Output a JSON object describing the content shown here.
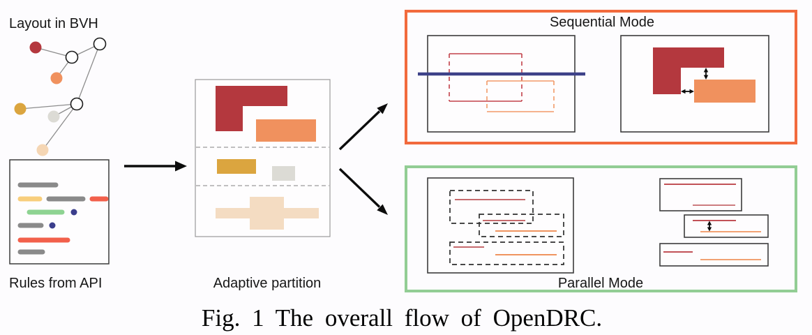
{
  "figure": {
    "caption": "Fig. 1 The overall flow of OpenDRC."
  },
  "labels": {
    "layout_bvh": "Layout in BVH",
    "rules_api": "Rules from API",
    "adaptive_partition": "Adaptive partition",
    "sequential_mode": "Sequential Mode",
    "parallel_mode": "Parallel Mode"
  },
  "legend": {
    "bvh_leaf_shapes": [
      "dark-red",
      "orange",
      "gold",
      "light-gray",
      "peach"
    ],
    "bvh_internal_nodes": 3,
    "partition_slices": 3,
    "sequential_panels": 2,
    "parallel_left_tiles": 3,
    "parallel_right_tiles": 3
  },
  "colors": {
    "bg": "#fdfcfe",
    "ink": "#161616",
    "dark_red": "#b4383e",
    "orange": "#f0915e",
    "gold": "#dba53f",
    "light_gray": "#dcdbd5",
    "peach": "#f4dcc2",
    "peach_node": "#f5d6b4",
    "navy": "#3d4188",
    "edge_gray": "#8d8d8d",
    "box_border": "#3c3c3c",
    "panel_border": "#9a9a9a",
    "seq_border": "#f26a3d",
    "par_border": "#92cd94",
    "red_outline": "#c2424a",
    "orange_outline": "#f29a68",
    "rule_red": "#b9393f",
    "rule_salmon": "#c66a6d",
    "rule_orange": "#f0945f",
    "code_gray": "#8a8a8a",
    "code_yellow": "#f8ce7c",
    "code_green": "#8ed392",
    "code_red": "#f2604b",
    "code_navy": "#3b3e8c"
  }
}
